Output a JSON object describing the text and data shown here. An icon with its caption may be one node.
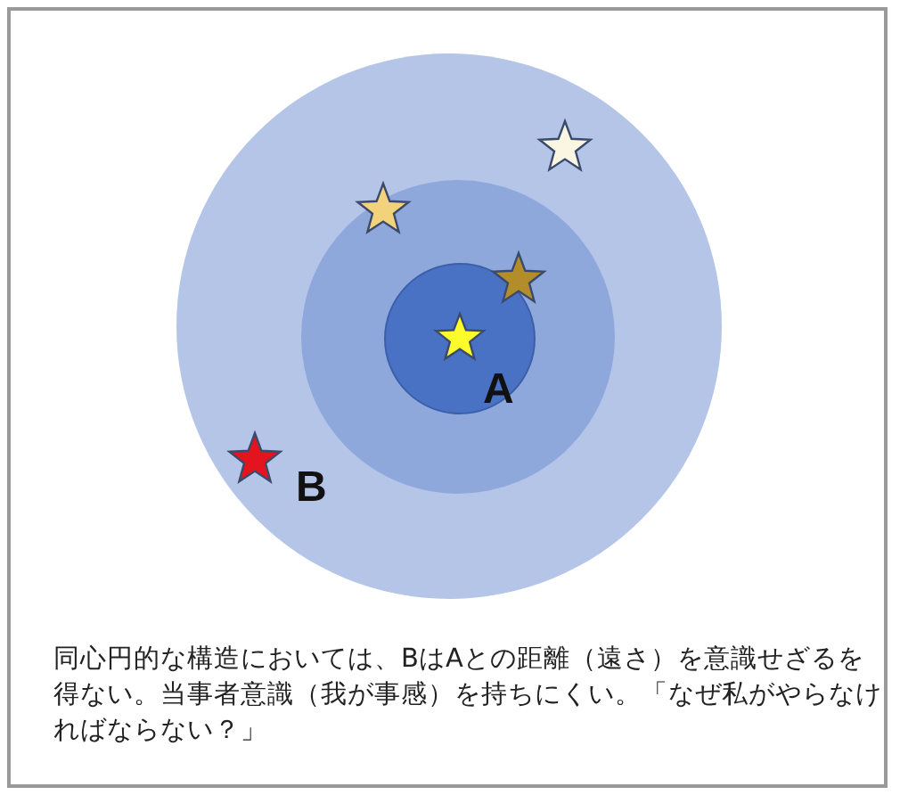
{
  "diagram": {
    "labels": [
      "A",
      "B"
    ],
    "caption": "同心円的な構造においては、BはAとの距離（遠さ）を意識せざるを得ない。当事者意識（我が事感）を持ちにくい。「なぜ私がやらなければならない？」"
  }
}
